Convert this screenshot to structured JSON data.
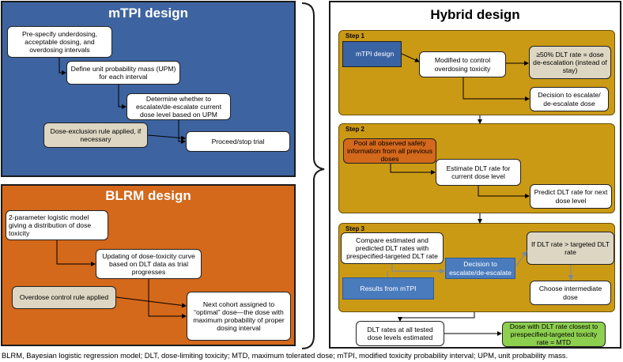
{
  "mtpi": {
    "title": "mTPI design",
    "box1": "Pre-specify underdosing, acceptable dosing, and overdosing intervals",
    "box2": "Define unit probability mass (UPM) for each interval",
    "box3": "Determine whether to escalate/de-escalate current dose level based on UPM",
    "box4": "Dose-exclusion rule applied, if necessary",
    "box5": "Proceed/stop trial"
  },
  "blrm": {
    "title": "BLRM design",
    "box1": "2-parameter logistic model giving a distribution of dose toxicity",
    "box2": "Updating of dose-toxicity curve based on DLT data as trial progresses",
    "box3": "Overdose control rule applied",
    "box4": "Next cohort assigned to “optimal” dose—the dose with maximum probability of proper dosing interval"
  },
  "hybrid": {
    "title": "Hybrid design",
    "step1": {
      "label": "Step 1",
      "mtpi": "mTPI design",
      "modified": "Modified to control overdosing toxicity",
      "rate": "≥50% DLT rate = dose de-escalation (instead of stay)",
      "decision": "Decision to escalate/ de-escalate dose"
    },
    "step2": {
      "label": "Step 2",
      "pool": "Pool all observed safety information from all previous doses",
      "estimate": "Estimate DLT rate for current dose level",
      "predict": "Predict DLT rate for next dose level"
    },
    "step3": {
      "label": "Step 3",
      "compare": "Compare estimated and predicted DLT rates with prespecified-targeted DLT rate",
      "results": "Results from mTPI",
      "decision": "Decision to escalate/de-escalate",
      "ifrate": "If DLT rate > targeted DLT rate",
      "choose": "Choose intermediate dose"
    },
    "final1": "DLT rates at all tested dose levels estimated",
    "final2": "Dose with DLT rate closest to prespecified-targeted toxicity rate = MTD"
  },
  "footer": "BLRM, Bayesian logistic regression model; DLT, dose-limiting toxicity; MTD, maximum tolerated dose; mTPI, modified toxicity probability interval; UPM, unit probability mass.",
  "colors": {
    "mtpi_panel": "#3d64a0",
    "blrm_panel": "#d4681b",
    "step_fill": "#cb9a14",
    "mtpi_box": "#3a63a3",
    "pool_box": "#d4681b",
    "tan_box": "#ddd6c3",
    "result_box": "#4a7bbd",
    "mtd_box": "#8dcf4f"
  }
}
